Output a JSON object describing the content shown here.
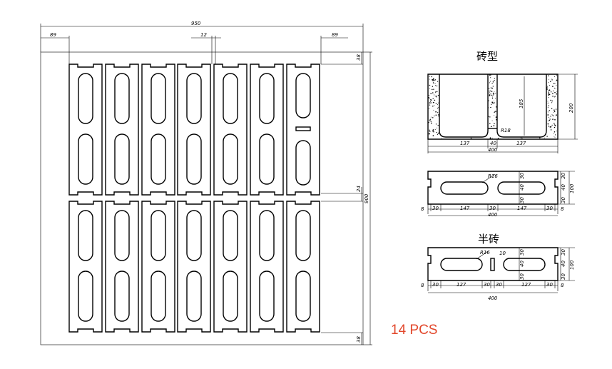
{
  "mold_plan": {
    "dims": {
      "total_width": "950",
      "margin_left": "89",
      "gap_center": "12",
      "margin_right": "89",
      "top": "38",
      "middle_gap": "24",
      "total_height": "900",
      "bottom": "38"
    }
  },
  "brick_section": {
    "title": "砖型",
    "dims": {
      "wall_left": "137",
      "web": "40",
      "wall_right": "137",
      "overall": "400",
      "height": "200",
      "inner": "185",
      "radius": "R18"
    }
  },
  "brick_plan": {
    "dims": {
      "end_left": "8",
      "a": "30",
      "slot": "147",
      "web": "30",
      "slot2": "147",
      "b": "30",
      "end_right": "8",
      "overall": "400",
      "radius": "R16",
      "h30a": "30",
      "h40": "40",
      "h30b": "30",
      "height": "100"
    }
  },
  "half_brick": {
    "title": "半砖",
    "dims": {
      "end_left": "8",
      "a": "30",
      "slot": "127",
      "c": "30",
      "d": "30",
      "slot2": "127",
      "b": "30",
      "end_right": "8",
      "overall": "400",
      "radius": "R16",
      "gap": "10",
      "h30a": "30",
      "h40": "40",
      "h30b": "30",
      "height": "100"
    }
  },
  "quantity_label": "14 PCS",
  "colors": {
    "accent": "#e2472b",
    "line": "#000000"
  }
}
